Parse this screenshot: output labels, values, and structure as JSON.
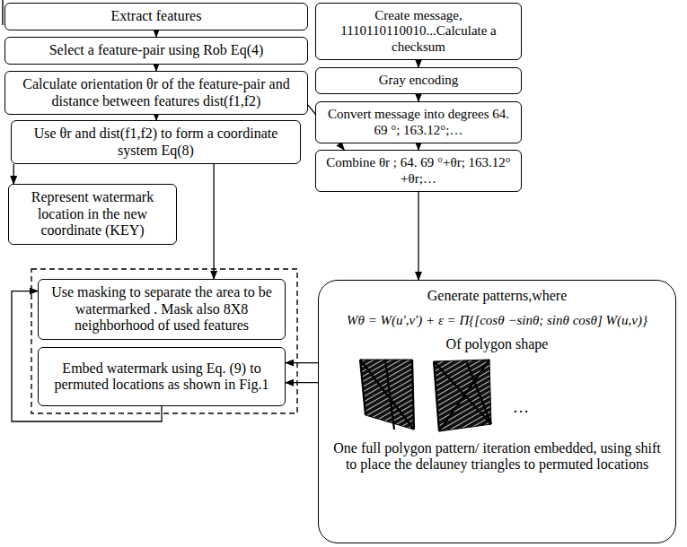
{
  "diagram": {
    "nodes": [
      {
        "text": [
          "Extract features"
        ]
      },
      {
        "text": [
          "Select a feature-pair using Rob Eq(4)"
        ]
      },
      {
        "text": [
          "Calculate orientation θr of the feature-pair and distance between features dist(f1,f2)"
        ]
      },
      {
        "text": [
          "Use θr and dist(f1,f2) to form a coordinate system Eq(8)"
        ]
      },
      {
        "text": [
          "Represent watermark location in the new coordinate (KEY)"
        ]
      },
      {
        "text": [
          "Create message, 1110110110010...Calculate a checksum"
        ]
      },
      {
        "text": [
          "Gray encoding"
        ]
      },
      {
        "text": [
          "Convert message into degrees 64. 69 °; 163.12°;…"
        ]
      },
      {
        "text": [
          "Combine θr ; 64. 69 °+θr; 163.12°+θr;…"
        ]
      },
      {
        "text": [
          "Use masking to separate the area to be watermarked . Mask also 8X8 neighborhood of used features"
        ]
      },
      {
        "text": [
          "Embed watermark using Eq. (9) to permuted locations as shown in Fig.1"
        ]
      },
      {
        "text": [
          "Generate patterns,where",
          "Wθ = W(u',v') + ε = Π{[cosθ −sinθ; sinθ cosθ] W(u,v)}",
          "Of polygon shape",
          "…",
          "One full polygon pattern/ iteration embedded, using shift to place the delauney triangles to permuted locations"
        ]
      }
    ],
    "edges": [
      {
        "from": 0,
        "to": 1,
        "arrow": "to"
      },
      {
        "from": 1,
        "to": 2,
        "arrow": "to"
      },
      {
        "from": 2,
        "to": 3,
        "arrow": "to"
      },
      {
        "from": 5,
        "to": 6,
        "arrow": "to"
      },
      {
        "from": 6,
        "to": 7,
        "arrow": "to"
      },
      {
        "from": 7,
        "to": 8,
        "arrow": "to"
      },
      {
        "from": 2,
        "to": 8,
        "arrow": "to"
      },
      {
        "from": 3,
        "to": 4,
        "arrow": "to"
      },
      {
        "from": 3,
        "to": 9,
        "arrow": "to"
      },
      {
        "from": 8,
        "to": 11,
        "arrow": "to"
      },
      {
        "from": 11,
        "to": 10,
        "arrow": "to"
      },
      {
        "from": 11,
        "to": 10,
        "arrow": "to"
      },
      {
        "from": 10,
        "to": 9,
        "arrow": "to"
      }
    ]
  }
}
